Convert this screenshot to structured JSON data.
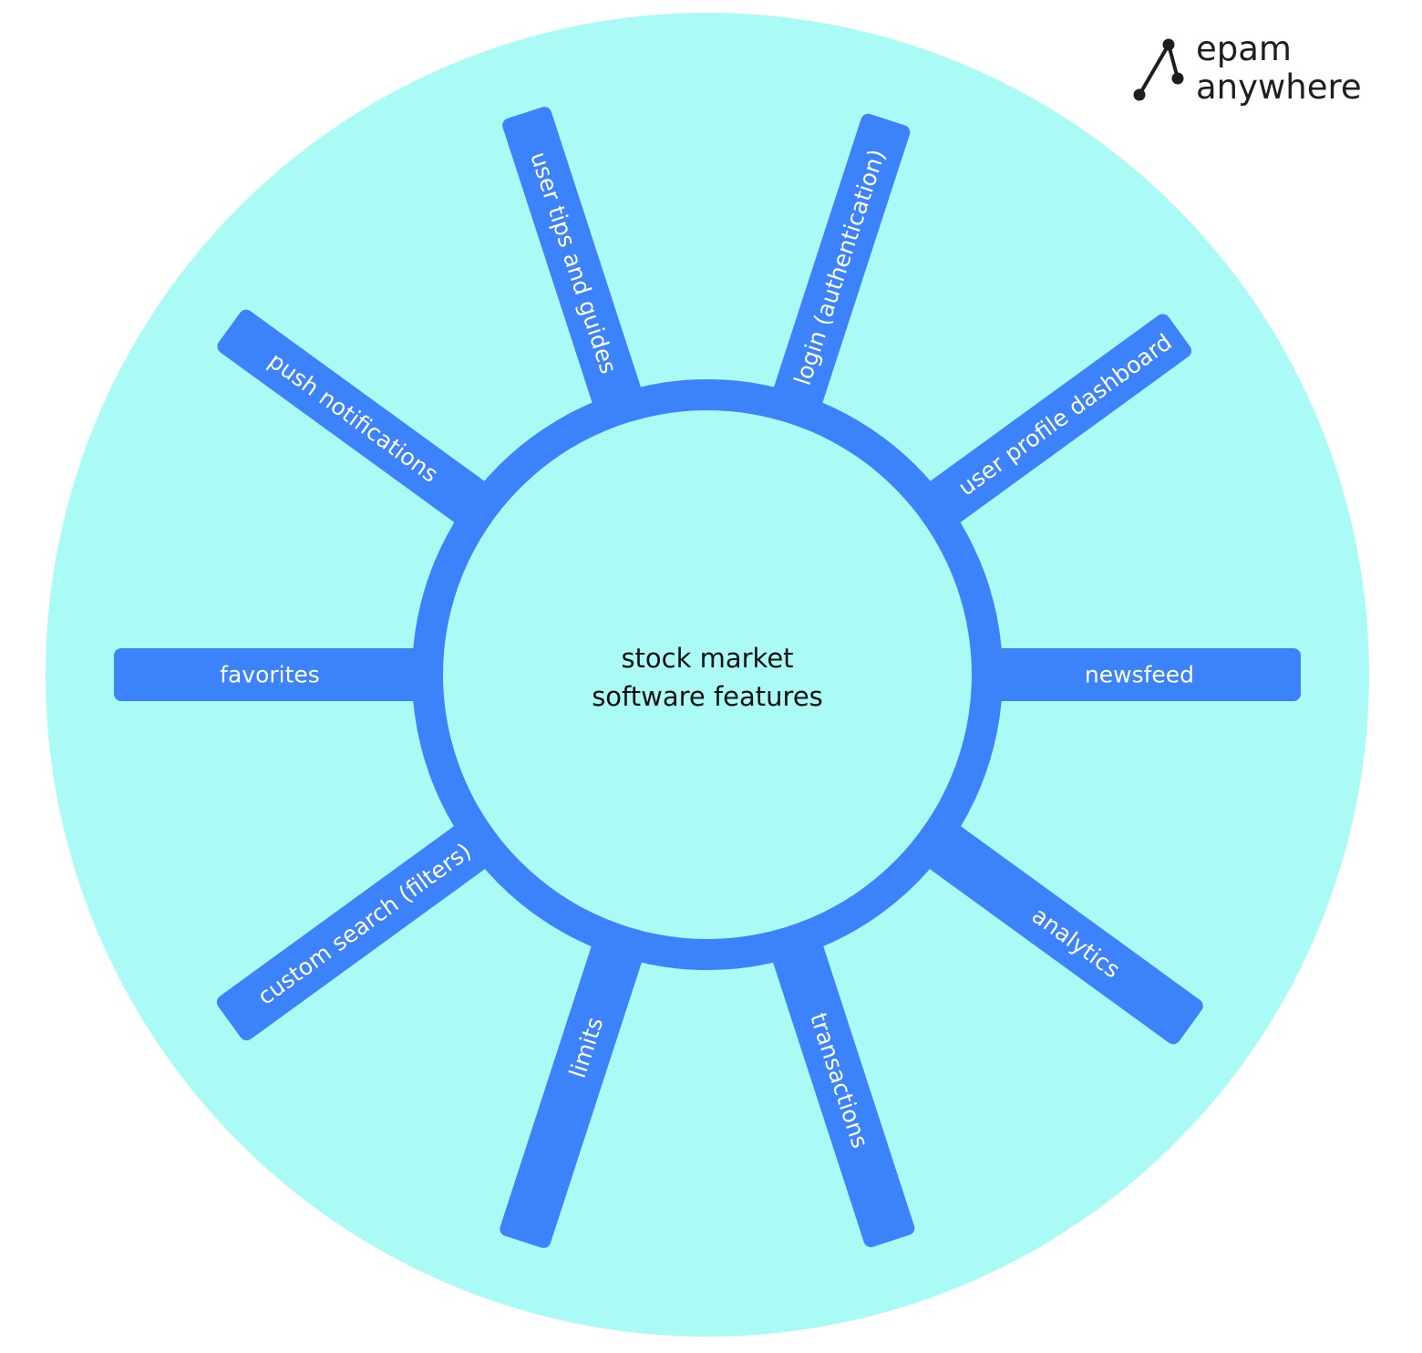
{
  "brand": {
    "line1": "epam",
    "line2": "anywhere",
    "logo_icon": "epam-anywhere-logo-icon"
  },
  "center": {
    "line1": "stock market",
    "line2": "software features"
  },
  "colors": {
    "outer_circle": "#aafbf6",
    "spoke": "#3b82fb",
    "ring": "#3b82fb",
    "inner_circle": "#aafbf6",
    "label_text": "#ffffff",
    "center_text": "#111111"
  },
  "features": [
    {
      "id": "login",
      "label": "login (authentication)"
    },
    {
      "id": "user-profile-dashboard",
      "label": "user profile dashboard"
    },
    {
      "id": "newsfeed",
      "label": "newsfeed"
    },
    {
      "id": "analytics",
      "label": "analytics"
    },
    {
      "id": "transactions",
      "label": "transactions"
    },
    {
      "id": "limits",
      "label": "limits"
    },
    {
      "id": "custom-search",
      "label": "custom search (filters)"
    },
    {
      "id": "favorites",
      "label": "favorites"
    },
    {
      "id": "push-notifications",
      "label": "push notifications"
    },
    {
      "id": "user-tips-and-guides",
      "label": "user tips and guides"
    }
  ]
}
